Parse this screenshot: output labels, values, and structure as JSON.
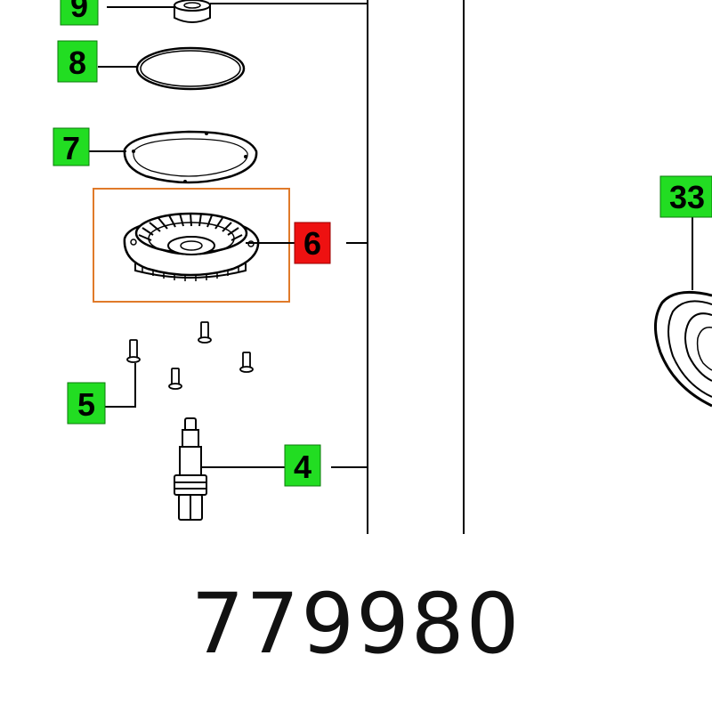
{
  "part_number": "779980",
  "colors": {
    "callout_fill": "#22dd22",
    "highlight_fill": "#ee1111",
    "highlight_box": "#e07a2a",
    "line": "#000000"
  },
  "callouts": {
    "c9": {
      "label": "9"
    },
    "c8": {
      "label": "8"
    },
    "c7": {
      "label": "7"
    },
    "c6": {
      "label": "6",
      "highlighted": true
    },
    "c5": {
      "label": "5"
    },
    "c4": {
      "label": "4"
    },
    "c33": {
      "label": "33"
    }
  }
}
